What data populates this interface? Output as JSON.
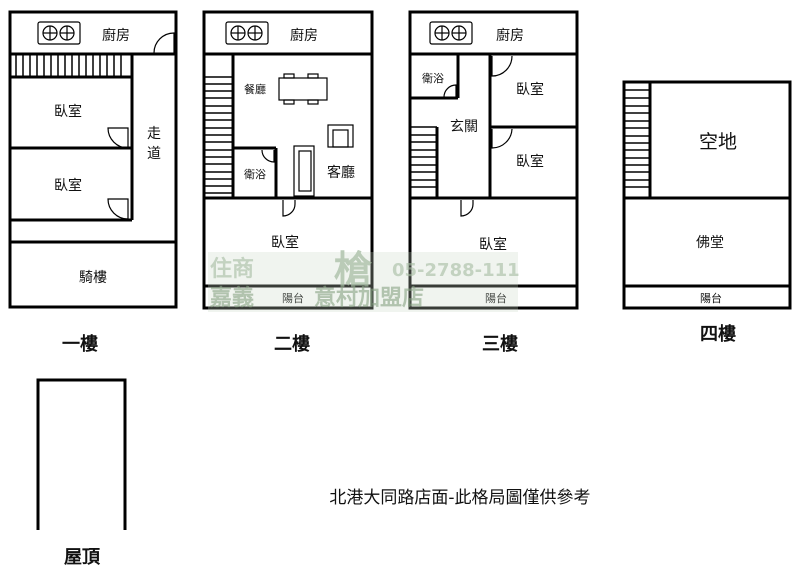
{
  "floors": [
    {
      "label": "一樓",
      "rooms": {
        "kitchen": "廚房",
        "bed1": "臥室",
        "bed2": "臥室",
        "corridor1": "走",
        "corridor2": "道",
        "arcade": "騎樓"
      }
    },
    {
      "label": "二樓",
      "rooms": {
        "kitchen": "廚房",
        "dining": "餐廳",
        "bath": "衛浴",
        "living": "客廳",
        "bed": "臥室",
        "balcony": "陽台"
      }
    },
    {
      "label": "三樓",
      "rooms": {
        "kitchen": "廚房",
        "bath": "衛浴",
        "entry": "玄關",
        "bed1": "臥室",
        "bed2": "臥室",
        "bed3": "臥室",
        "balcony": "陽台"
      }
    },
    {
      "label": "四樓",
      "rooms": {
        "open": "空地",
        "shrine": "佛堂",
        "balcony": "陽台"
      }
    }
  ],
  "roof": {
    "label": "屋頂"
  },
  "caption": "北港大同路店面-此格局圖僅供參考",
  "watermark": {
    "line1": "住商",
    "phone": "05-2788-111",
    "line2": "嘉義",
    "line3": "意村加盟店"
  }
}
